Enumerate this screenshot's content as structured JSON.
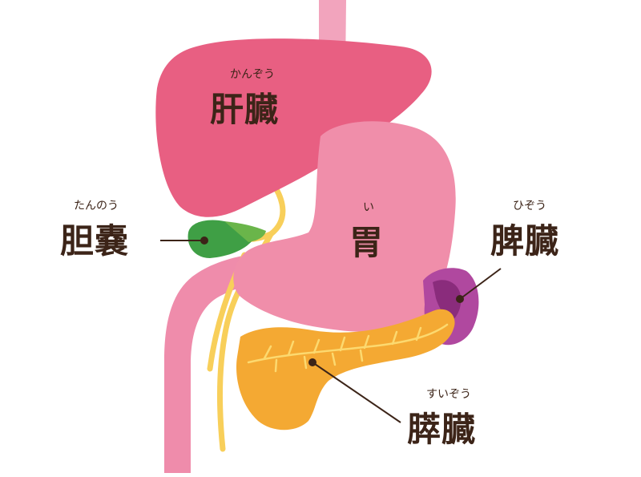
{
  "labels": {
    "liver": {
      "ruby": "かんぞう",
      "text": "肝臓"
    },
    "gallbladder": {
      "ruby": "たんのう",
      "text": "胆嚢"
    },
    "stomach": {
      "ruby": "い",
      "text": "胃"
    },
    "spleen": {
      "ruby": "ひぞう",
      "text": "脾臓"
    },
    "pancreas": {
      "ruby": "すいぞう",
      "text": "膵臓"
    }
  },
  "colors": {
    "liver": "#e85f82",
    "stomach": "#f08eaa",
    "esophagus": "#f2a4bd",
    "duodenum": "#ef8cab",
    "gallbladder": "#3f9f45",
    "spleen": "#b0489f",
    "pancreas": "#f4a933",
    "bile_duct": "#f8cf5a",
    "leader_line": "#3c2418"
  }
}
